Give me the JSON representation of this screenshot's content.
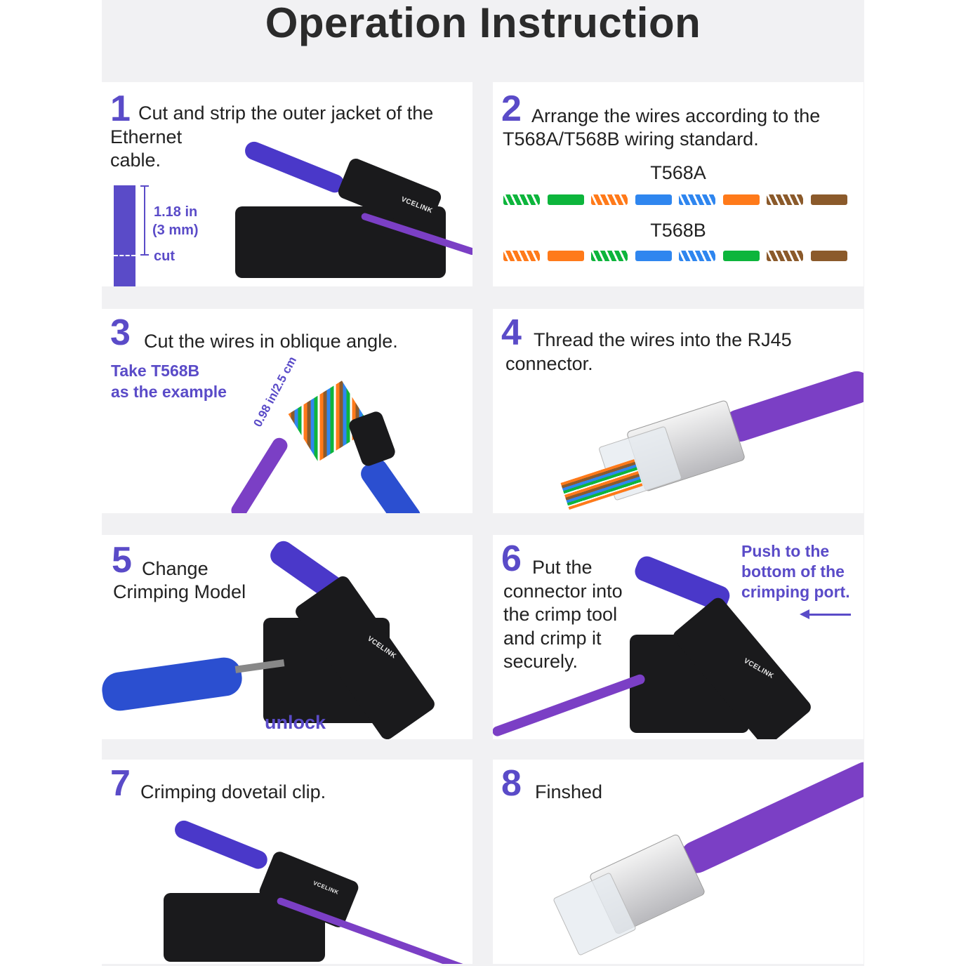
{
  "title": "Operation Instruction",
  "colors": {
    "accent": "#5a4bc8",
    "cable": "#7b3fc5",
    "green": "#0db53c",
    "orange": "#ff7a1a",
    "blue": "#2f86ef",
    "brown": "#8b5a2b"
  },
  "steps": [
    {
      "number": "1",
      "text": "Cut and strip the outer jacket of the Ethernet cable.",
      "text_line1": "Cut and strip the outer jacket of the",
      "text_line2": "Ethernet",
      "text_line3": "cable.",
      "measure": "1.18 in",
      "measure_mm": "(3 mm)",
      "cut_label": "cut"
    },
    {
      "number": "2",
      "text_line1": "Arrange the wires according to the",
      "text_line2": "T568A/T568B wiring standard.",
      "standards": [
        {
          "name": "T568A",
          "wires": [
            {
              "color": "green",
              "striped": true
            },
            {
              "color": "green",
              "striped": false
            },
            {
              "color": "orange",
              "striped": true
            },
            {
              "color": "blue",
              "striped": false
            },
            {
              "color": "blue",
              "striped": true
            },
            {
              "color": "orange",
              "striped": false
            },
            {
              "color": "brown",
              "striped": true
            },
            {
              "color": "brown",
              "striped": false
            }
          ]
        },
        {
          "name": "T568B",
          "wires": [
            {
              "color": "orange",
              "striped": true
            },
            {
              "color": "orange",
              "striped": false
            },
            {
              "color": "green",
              "striped": true
            },
            {
              "color": "blue",
              "striped": false
            },
            {
              "color": "blue",
              "striped": true
            },
            {
              "color": "green",
              "striped": false
            },
            {
              "color": "brown",
              "striped": true
            },
            {
              "color": "brown",
              "striped": false
            }
          ]
        }
      ]
    },
    {
      "number": "3",
      "text": "Cut the wires in oblique angle.",
      "note_line1": "Take T568B",
      "note_line2": "as the example",
      "measure": "0.98 in/2.5 cm"
    },
    {
      "number": "4",
      "text_line1": "Thread the wires into the RJ45",
      "text_line2": "connector."
    },
    {
      "number": "5",
      "text_line1": "Change",
      "text_line2": "Crimping Model",
      "callout": "unlock"
    },
    {
      "number": "6",
      "text_line1": "Put the",
      "text_line2": "connector into",
      "text_line3": "the crimp tool",
      "text_line4": "and crimp it",
      "text_line5": "securely.",
      "note_line1": "Push to the",
      "note_line2": "bottom of the",
      "note_line3": "crimping port."
    },
    {
      "number": "7",
      "text": "Crimping dovetail clip."
    },
    {
      "number": "8",
      "text": "Finshed"
    }
  ],
  "tool_brand": "VCELINK"
}
